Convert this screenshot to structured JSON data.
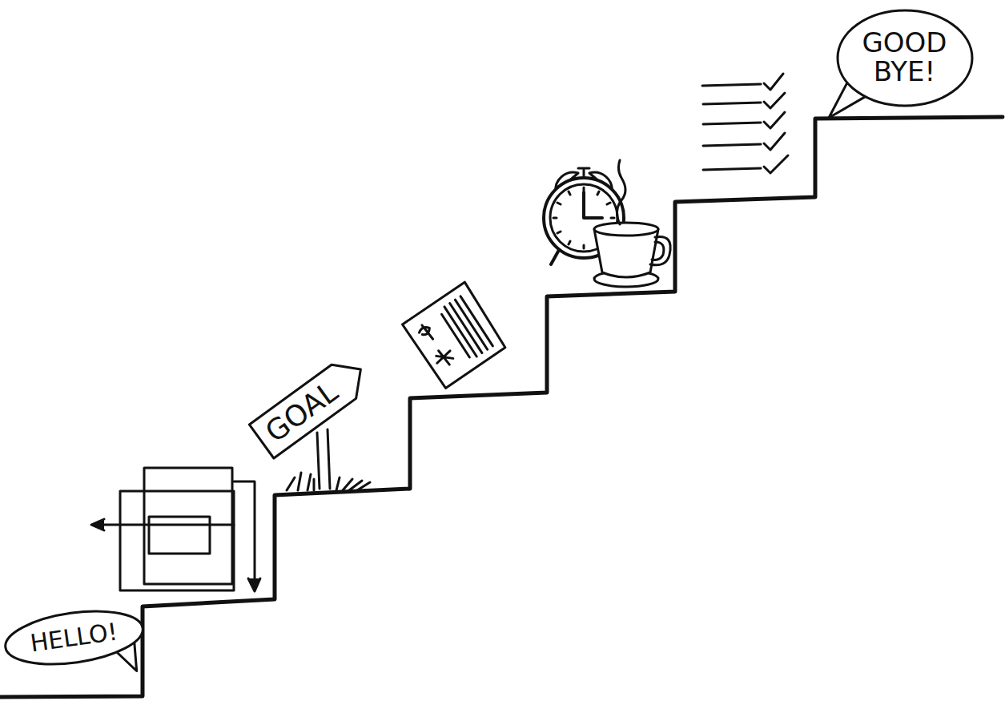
{
  "diagram": {
    "nodes": [
      {
        "text": [
          "HELLO!"
        ]
      },
      {
        "text": [
          "GOAL"
        ]
      },
      {
        "text": [
          "GOOD BYE!"
        ]
      }
    ]
  }
}
